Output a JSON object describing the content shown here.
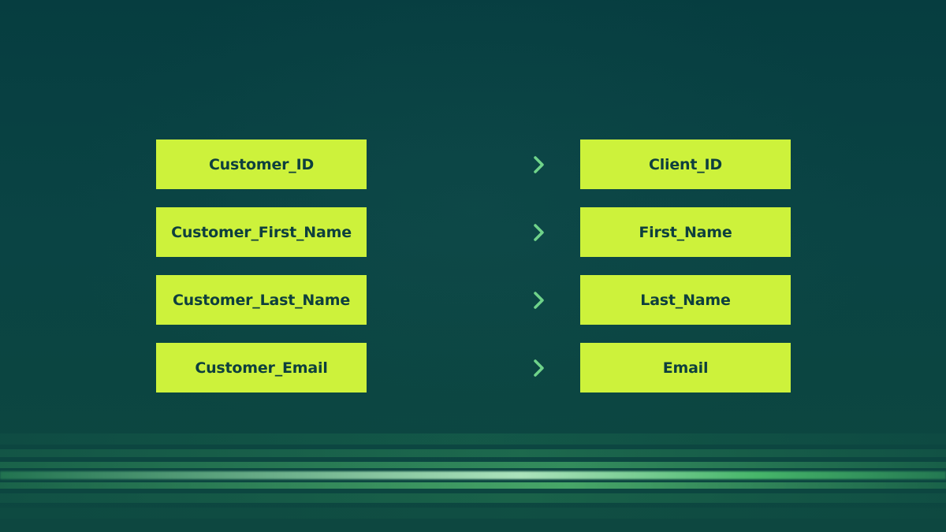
{
  "mappings": [
    {
      "source": "Customer_ID",
      "target": "Client_ID"
    },
    {
      "source": "Customer_First_Name",
      "target": "First_Name"
    },
    {
      "source": "Customer_Last_Name",
      "target": "Last_Name"
    },
    {
      "source": "Customer_Email",
      "target": "Email"
    }
  ],
  "colors": {
    "background": "#0a4444",
    "box_fill": "#cdf23b",
    "box_text": "#0e3f3e",
    "arrow_start": "#3fae6a",
    "arrow_end": "#6fd38a"
  }
}
